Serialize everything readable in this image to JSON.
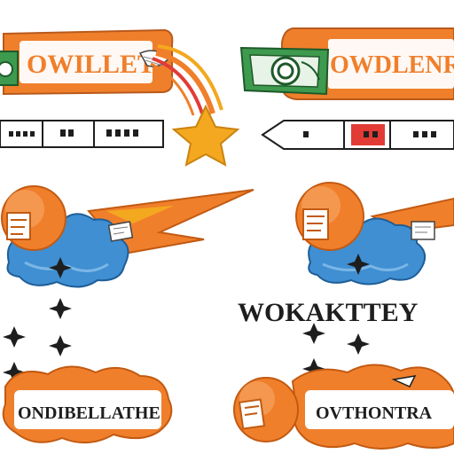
{
  "banners": {
    "left_title": "OWILLET",
    "right_title": "OWDLENRR"
  },
  "middle": {
    "title": "WOKAKTTEY"
  },
  "bottom": {
    "left_label": "ONDIBELLATHE",
    "right_label": "OVTHONTRA"
  },
  "colors": {
    "orange": "#f07f2b",
    "blue": "#3f8fd2",
    "green": "#3e9a4e",
    "gold": "#f3a81f",
    "red": "#e23b36",
    "ink": "#1e1e1e"
  },
  "icons": [
    "star-icon",
    "cloud-icon",
    "dollar-bill-icon",
    "sparkle-icon",
    "pointer-arrow-icon"
  ]
}
